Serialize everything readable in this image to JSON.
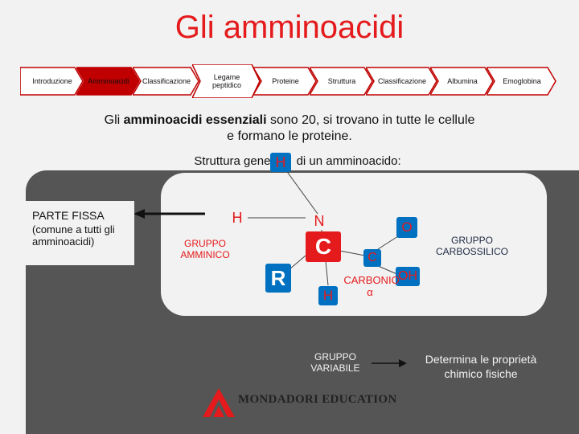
{
  "title": "Gli amminoacidi",
  "nav": [
    {
      "label": "Introduzione",
      "color": "#c00000",
      "active": false
    },
    {
      "label": "Amminoacidi",
      "color": "#c00000",
      "active": true
    },
    {
      "label": "Classificazione",
      "color": "#c00000",
      "active": false
    },
    {
      "label": "Legame peptidico",
      "color": "#c00000",
      "active": false
    },
    {
      "label": "Proteine",
      "color": "#c00000",
      "active": false
    },
    {
      "label": "Struttura",
      "color": "#c00000",
      "active": false
    },
    {
      "label": "Classificazione",
      "color": "#c00000",
      "active": false
    },
    {
      "label": "Albumina",
      "color": "#c00000",
      "active": false
    },
    {
      "label": "Emoglobina",
      "color": "#c00000",
      "active": false
    }
  ],
  "intro": {
    "line1_pre": "Gli ",
    "line1_bold": "amminoacidi essenziali",
    "line1_post": " sono 20, si trovano in tutte le cellule",
    "line2": "e formano le proteine."
  },
  "subtitle_pre": "Struttura gene",
  "subtitle_post": " di un amminoacido:",
  "parte_fissa": {
    "title": "PARTE FISSA",
    "desc": "(comune a tutti gli amminoacidi)"
  },
  "atoms": {
    "h_top": "H",
    "h_left": "H",
    "n": "N",
    "o": "O",
    "c_alpha": "C",
    "c_carboxyl": "C",
    "r": "R",
    "h_bottom": "H",
    "oh": "OH"
  },
  "labels": {
    "gruppo_amminico": "GRUPPO AMMINICO",
    "gruppo_carbossilico": "GRUPPO CARBOSSILICO",
    "carbonio": "CARBONIO",
    "alpha": "α",
    "gruppo_variabile": "GRUPPO VARIABILE",
    "proprieta": "Determina le proprietà chimico fisiche"
  },
  "publisher": "MONDADORI EDUCATION",
  "colors": {
    "title": "#e41a1c",
    "atom_red": "#e41a1c",
    "atom_blue": "#0070c0",
    "panel": "#555555"
  }
}
